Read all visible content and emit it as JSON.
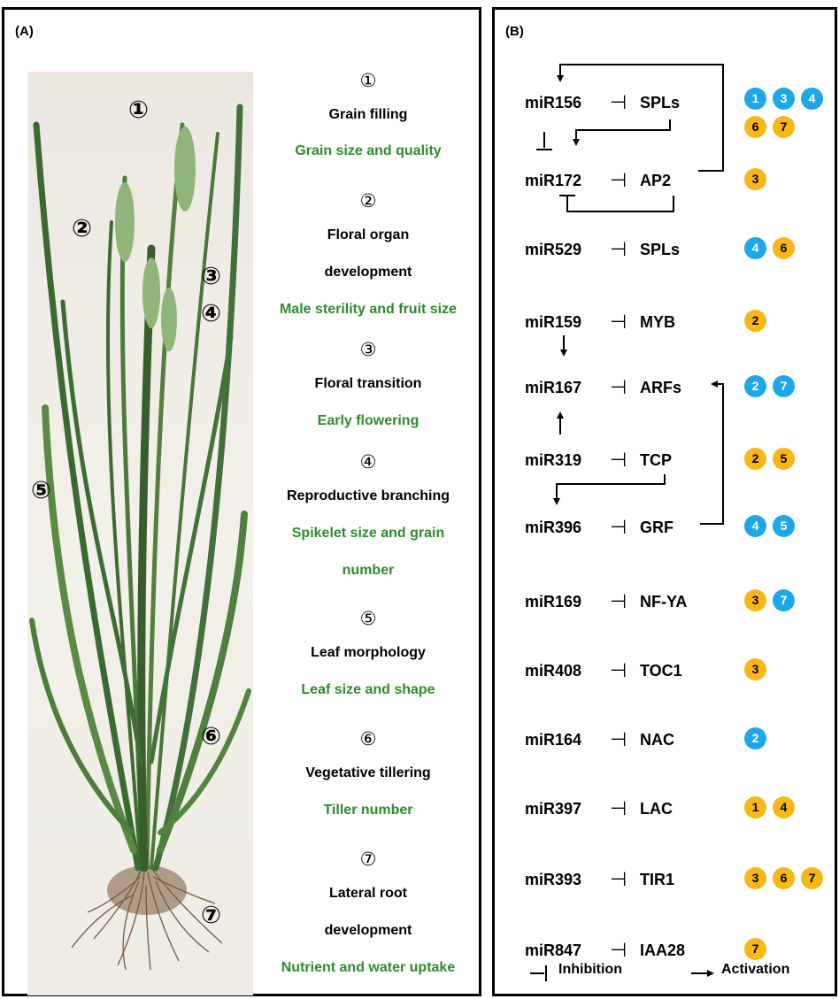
{
  "panel_a": {
    "label": "(A)",
    "photo_markers": [
      "①",
      "②",
      "③",
      "④",
      "⑤",
      "⑥",
      "⑦"
    ],
    "traits": [
      {
        "mark": "①",
        "process": [
          "Grain filling"
        ],
        "outcome": [
          "Grain size and quality"
        ]
      },
      {
        "mark": "②",
        "process": [
          "Floral organ",
          "development"
        ],
        "outcome": [
          "Male sterility and fruit size"
        ]
      },
      {
        "mark": "③",
        "process": [
          "Floral transition"
        ],
        "outcome": [
          "Early flowering"
        ]
      },
      {
        "mark": "④",
        "process": [
          "Reproductive branching"
        ],
        "outcome": [
          "Spikelet size and grain",
          "number"
        ]
      },
      {
        "mark": "⑤",
        "process": [
          "Leaf morphology"
        ],
        "outcome": [
          "Leaf size and shape"
        ]
      },
      {
        "mark": "⑥",
        "process": [
          "Vegetative tillering"
        ],
        "outcome": [
          "Tiller number"
        ]
      },
      {
        "mark": "⑦",
        "process": [
          "Lateral root",
          "development"
        ],
        "outcome": [
          "Nutrient and water uptake"
        ]
      }
    ]
  },
  "panel_b": {
    "label": "(B)",
    "inhibit_symbol": "⊣",
    "rows": [
      {
        "mirna": "miR156",
        "target": "SPLs",
        "badges": [
          {
            "n": "1",
            "c": "blue"
          },
          {
            "n": "3",
            "c": "blue"
          },
          {
            "n": "4",
            "c": "blue"
          },
          {
            "n": "6",
            "c": "orange"
          },
          {
            "n": "7",
            "c": "orange"
          }
        ]
      },
      {
        "mirna": "miR172",
        "target": "AP2",
        "badges": [
          {
            "n": "3",
            "c": "orange"
          }
        ]
      },
      {
        "mirna": "miR529",
        "target": "SPLs",
        "badges": [
          {
            "n": "4",
            "c": "blue"
          },
          {
            "n": "6",
            "c": "orange"
          }
        ]
      },
      {
        "mirna": "miR159",
        "target": "MYB",
        "badges": [
          {
            "n": "2",
            "c": "orange"
          }
        ]
      },
      {
        "mirna": "miR167",
        "target": "ARFs",
        "badges": [
          {
            "n": "2",
            "c": "blue"
          },
          {
            "n": "7",
            "c": "blue"
          }
        ]
      },
      {
        "mirna": "miR319",
        "target": "TCP",
        "badges": [
          {
            "n": "2",
            "c": "orange"
          },
          {
            "n": "5",
            "c": "orange"
          }
        ]
      },
      {
        "mirna": "miR396",
        "target": "GRF",
        "badges": [
          {
            "n": "4",
            "c": "blue"
          },
          {
            "n": "5",
            "c": "blue"
          }
        ]
      },
      {
        "mirna": "miR169",
        "target": "NF-YA",
        "badges": [
          {
            "n": "3",
            "c": "orange"
          },
          {
            "n": "7",
            "c": "blue"
          }
        ]
      },
      {
        "mirna": "miR408",
        "target": "TOC1",
        "badges": [
          {
            "n": "3",
            "c": "orange"
          }
        ]
      },
      {
        "mirna": "miR164",
        "target": "NAC",
        "badges": [
          {
            "n": "2",
            "c": "blue"
          }
        ]
      },
      {
        "mirna": "miR397",
        "target": "LAC",
        "badges": [
          {
            "n": "1",
            "c": "orange"
          },
          {
            "n": "4",
            "c": "orange"
          }
        ]
      },
      {
        "mirna": "miR393",
        "target": "TIR1",
        "badges": [
          {
            "n": "3",
            "c": "orange"
          },
          {
            "n": "6",
            "c": "orange"
          },
          {
            "n": "7",
            "c": "orange"
          }
        ]
      },
      {
        "mirna": "miR847",
        "target": "IAA28",
        "badges": [
          {
            "n": "7",
            "c": "orange"
          }
        ]
      }
    ],
    "legend": {
      "inhibition": "Inhibition",
      "activation": "Activation"
    }
  },
  "colors": {
    "blue": "#1ca8e6",
    "orange": "#f7b716",
    "green_text": "#2e8b2e"
  }
}
